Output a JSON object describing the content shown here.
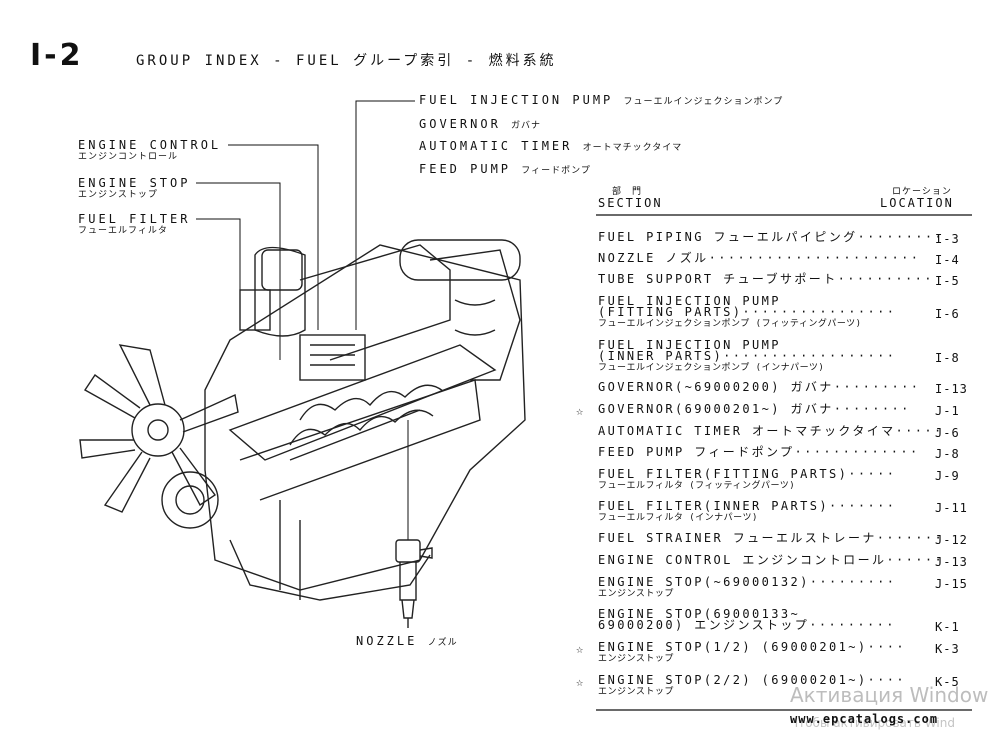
{
  "header": {
    "page_number": "I-2",
    "title": "GROUP INDEX - FUEL グループ索引 - 燃料系統"
  },
  "callouts": {
    "fuel_injection_pump": {
      "en": "FUEL INJECTION PUMP",
      "jp": "フューエルインジェクションポンプ"
    },
    "governor": {
      "en": "GOVERNOR",
      "jp": "ガバナ"
    },
    "automatic_timer": {
      "en": "AUTOMATIC TIMER",
      "jp": "オートマチックタイマ"
    },
    "feed_pump": {
      "en": "FEED PUMP",
      "jp": "フィードポンプ"
    },
    "engine_control": {
      "en": "ENGINE CONTROL",
      "jp": "エンジンコントロール"
    },
    "engine_stop": {
      "en": "ENGINE STOP",
      "jp": "エンジンストップ"
    },
    "fuel_filter": {
      "en": "FUEL FILTER",
      "jp": "フューエルフィルタ"
    },
    "nozzle": {
      "en": "NOZZLE",
      "jp": "ノズル"
    }
  },
  "toc": {
    "section_jp": "部　門",
    "section_en": "SECTION",
    "location_jp": "ロケーション",
    "location_en": "LOCATION",
    "rows": [
      {
        "star": "",
        "l1": "FUEL PIPING フューエルパイピング·········",
        "l2": "",
        "jp": "",
        "ref": "I-3"
      },
      {
        "star": "",
        "l1": "NOZZLE ノズル······················",
        "l2": "",
        "jp": "",
        "ref": "I-4"
      },
      {
        "star": "",
        "l1": "TUBE SUPPORT チューブサポート··········",
        "l2": "",
        "jp": "",
        "ref": "I-5"
      },
      {
        "star": "",
        "l1": "FUEL INJECTION PUMP",
        "l2": " (FITTING PARTS)················",
        "jp": "フューエルインジェクションポンプ (フィッティングパーツ)",
        "ref": "I-6"
      },
      {
        "star": "",
        "l1": "FUEL INJECTION PUMP",
        "l2": " (INNER PARTS)··················",
        "jp": "フューエルインジェクションポンプ (インナパーツ)",
        "ref": "I-8"
      },
      {
        "star": "",
        "l1": "GOVERNOR(~69000200) ガバナ·········",
        "l2": "",
        "jp": "",
        "ref": "I-13"
      },
      {
        "star": "☆",
        "l1": "GOVERNOR(69000201~) ガバナ········",
        "l2": "",
        "jp": "",
        "ref": "J-1"
      },
      {
        "star": "",
        "l1": "AUTOMATIC TIMER オートマチックタイマ·····",
        "l2": "",
        "jp": "",
        "ref": "J-6"
      },
      {
        "star": "",
        "l1": "FEED PUMP フィードポンプ·············",
        "l2": "",
        "jp": "",
        "ref": "J-8"
      },
      {
        "star": "",
        "l1": "FUEL FILTER(FITTING PARTS)·····",
        "l2": "",
        "jp": "フューエルフィルタ (フィッティングパーツ)",
        "ref": "J-9"
      },
      {
        "star": "",
        "l1": "FUEL FILTER(INNER PARTS)·······",
        "l2": "",
        "jp": "フューエルフィルタ (インナパーツ)",
        "ref": "J-11"
      },
      {
        "star": "",
        "l1": "FUEL STRAINER フューエルストレーナ·······",
        "l2": "",
        "jp": "",
        "ref": "J-12"
      },
      {
        "star": "",
        "l1": "ENGINE CONTROL エンジンコントロール······",
        "l2": "",
        "jp": "",
        "ref": "J-13"
      },
      {
        "star": "",
        "l1": "ENGINE STOP(~69000132)·········",
        "l2": "",
        "jp": "エンジンストップ",
        "ref": "J-15"
      },
      {
        "star": "",
        "l1": "ENGINE STOP(69000133~",
        "l2": " 69000200) エンジンストップ·········",
        "jp": "",
        "ref": "K-1"
      },
      {
        "star": "☆",
        "l1": "ENGINE STOP(1/2) (69000201~)····",
        "l2": "",
        "jp": "エンジンストップ",
        "ref": "K-3"
      },
      {
        "star": "☆",
        "l1": "ENGINE STOP(2/2) (69000201~)····",
        "l2": "",
        "jp": "エンジンストップ",
        "ref": "K-5"
      }
    ]
  },
  "footer": {
    "site": "www.epcatalogs.com"
  },
  "watermark": {
    "line1": "Активация Window",
    "line2": "Чтобы активировать Wind"
  }
}
